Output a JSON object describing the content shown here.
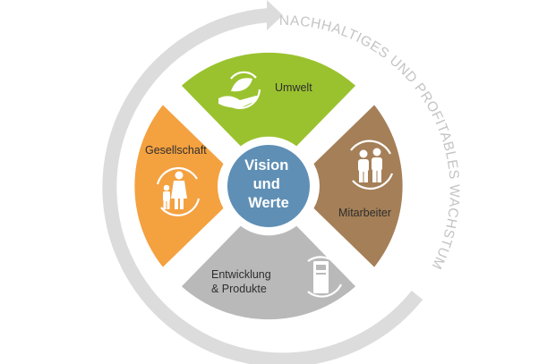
{
  "outer_ring": {
    "text": "NACHHALTIGES UND PROFITABLES WACHSTUM",
    "color": "#dcdcdc",
    "text_color": "#c4c4c4"
  },
  "center": {
    "lines": [
      "Vision",
      "und",
      "Werte"
    ],
    "fill": "#5f8fb5",
    "ring_color": "#ffffff",
    "text_color": "#ffffff"
  },
  "segments": [
    {
      "id": "umwelt",
      "lines": [
        "Umwelt"
      ],
      "fill": "#9ac22f",
      "icon": "hands-leaf-icon"
    },
    {
      "id": "mitarbeiter",
      "lines": [
        "Mitarbeiter"
      ],
      "fill": "#a57f57",
      "icon": "workers-icon"
    },
    {
      "id": "entwicklung",
      "lines": [
        "Entwicklung",
        "& Produkte"
      ],
      "fill": "#b9b9b9",
      "icon": "product-unit-icon"
    },
    {
      "id": "gesellschaft",
      "lines": [
        "Gesellschaft"
      ],
      "fill": "#f4a140",
      "icon": "family-icon"
    }
  ],
  "text_color": "#2e2e2e",
  "icon_color": "#ffffff"
}
